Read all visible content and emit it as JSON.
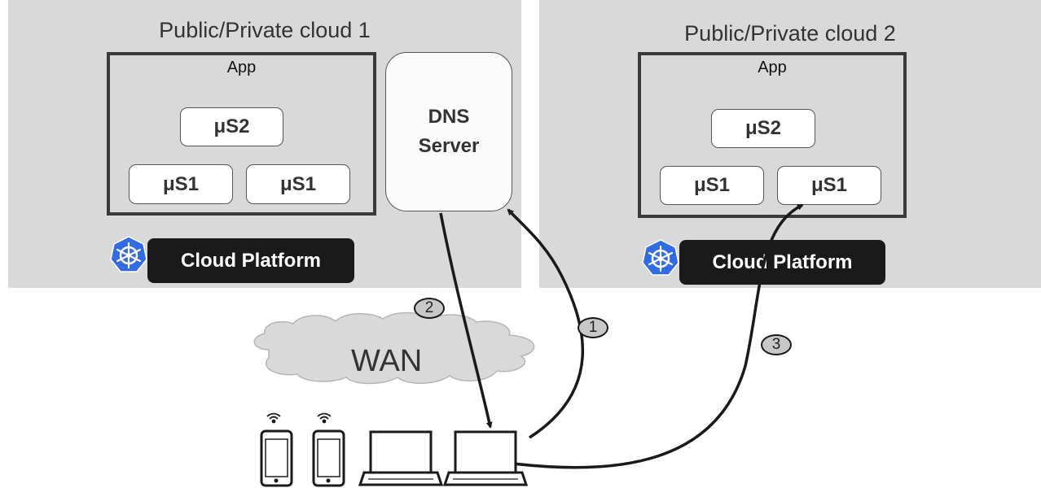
{
  "clouds": [
    {
      "title": "Public/Private cloud 1",
      "app_label": "App",
      "services": [
        "μS2",
        "μS1",
        "μS1"
      ],
      "dns": {
        "line1": "DNS",
        "line2": "Server"
      },
      "platform_label": "Cloud Platform",
      "platform_icon": "kubernetes-icon"
    },
    {
      "title": "Public/Private cloud 2",
      "app_label": "App",
      "services": [
        "μS2",
        "μS1",
        "μS1"
      ],
      "platform_label": "Cloud Platform",
      "platform_icon": "kubernetes-icon"
    }
  ],
  "wan_label": "WAN",
  "steps": [
    "1",
    "2",
    "3"
  ],
  "devices": [
    "phone",
    "phone",
    "laptop",
    "laptop"
  ],
  "colors": {
    "region_bg": "#d9d9d9",
    "platform_bg": "#1a1a1a",
    "kubernetes_blue": "#326ce5",
    "wan_cloud": "#d9d9d9"
  }
}
